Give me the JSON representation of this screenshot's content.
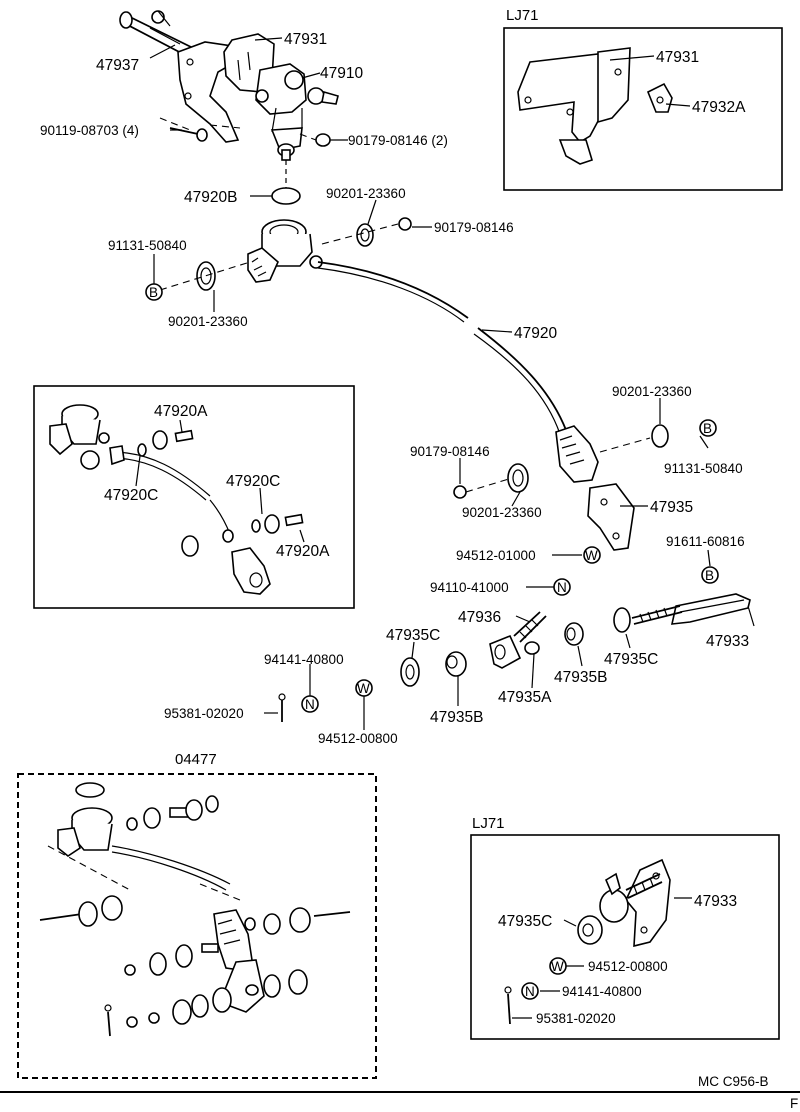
{
  "boxes": {
    "top_right": "LJ71",
    "bottom_left": "04477",
    "bottom_right": "LJ71"
  },
  "labels": {
    "p47937": "47937",
    "p47931": "47931",
    "p47910": "47910",
    "p90119": "90119-08703 (4)",
    "p90179_2": "90179-08146 (2)",
    "p47920B": "47920B",
    "p90201_a": "90201-23360",
    "p90179_a": "90179-08146",
    "p91131_a": "91131-50840",
    "p90201_b": "90201-23360",
    "p47920": "47920",
    "tr_47931": "47931",
    "tr_47932A": "47932A",
    "in_47920A_1": "47920A",
    "in_47920C_1": "47920C",
    "in_47920C_2": "47920C",
    "in_47920A_2": "47920A",
    "p90201_c": "90201-23360",
    "p91131_b": "91131-50840",
    "p90179_b": "90179-08146",
    "p90201_d": "90201-23360",
    "p47935": "47935",
    "p94512_01": "94512-01000",
    "p91611": "91611-60816",
    "p94110": "94110-41000",
    "p47936": "47936",
    "p47935C_1": "47935C",
    "p47933": "47933",
    "p94141_a": "94141-40800",
    "p47935C_2": "47935C",
    "p47935B_1": "47935B",
    "p47935A": "47935A",
    "p95381_a": "95381-02020",
    "p94512_08a": "94512-00800",
    "p47935B_2": "47935B",
    "br_47933": "47933",
    "br_47935C": "47935C",
    "br_94512": "94512-00800",
    "br_94141": "94141-40800",
    "br_95381": "95381-02020"
  },
  "symbols": {
    "bolt": "B",
    "washer": "W",
    "nut": "N"
  },
  "footer": {
    "code": "MC  C956-B",
    "corner": "F"
  }
}
